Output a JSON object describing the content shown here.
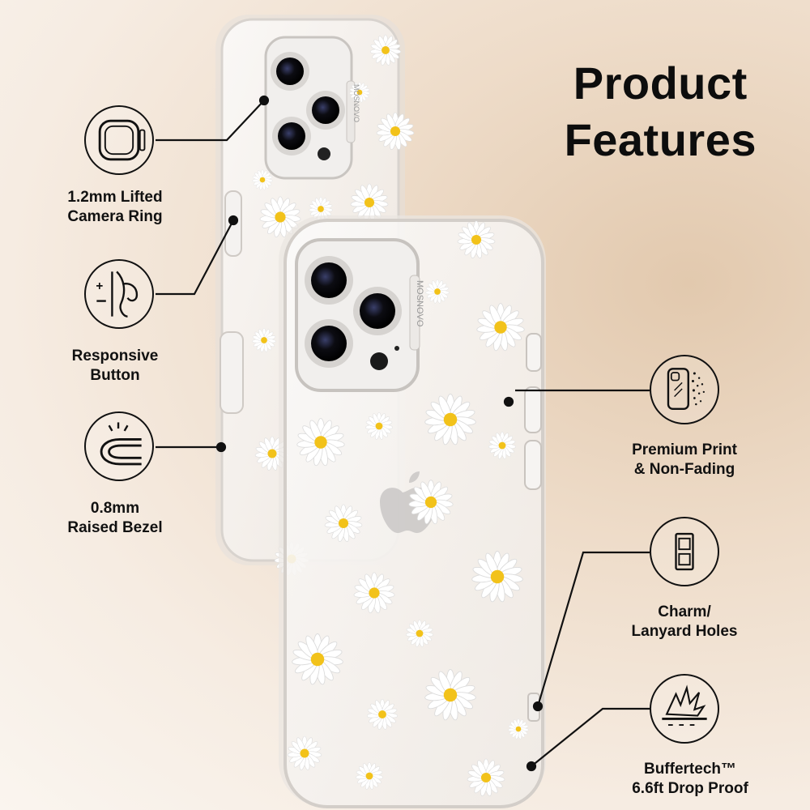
{
  "title": {
    "line1": "Product",
    "line2": "Features"
  },
  "features": [
    {
      "icon": "camera-ring-icon",
      "line1": "1.2mm Lifted",
      "line2": "Camera Ring"
    },
    {
      "icon": "button-icon",
      "line1": "Responsive",
      "line2": "Button"
    },
    {
      "icon": "bezel-icon",
      "line1": "0.8mm",
      "line2": "Raised Bezel"
    },
    {
      "icon": "print-icon",
      "line1": "Premium Print",
      "line2": "& Non-Fading"
    },
    {
      "icon": "lanyard-hole-icon",
      "line1": "Charm/",
      "line2": "Lanyard Holes"
    },
    {
      "icon": "drop-proof-icon",
      "line1": "Buffertech™",
      "line2": "6.6ft Drop Proof"
    }
  ],
  "brand": "MOSNOVO",
  "colors": {
    "daisy_center": "#f2c21a",
    "line": "#111111",
    "background": "#f3e6d8"
  }
}
